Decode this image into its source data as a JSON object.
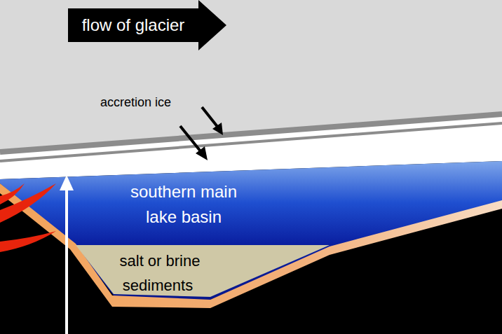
{
  "diagram": {
    "nodes": [
      {
        "text": [
          "flow of glacier"
        ]
      },
      {
        "text": [
          "southern main lake basin"
        ]
      },
      {
        "text": [
          "salt or brine"
        ]
      },
      {
        "text": [
          "sediments"
        ]
      }
    ],
    "labels": [
      "accretion ice"
    ]
  }
}
